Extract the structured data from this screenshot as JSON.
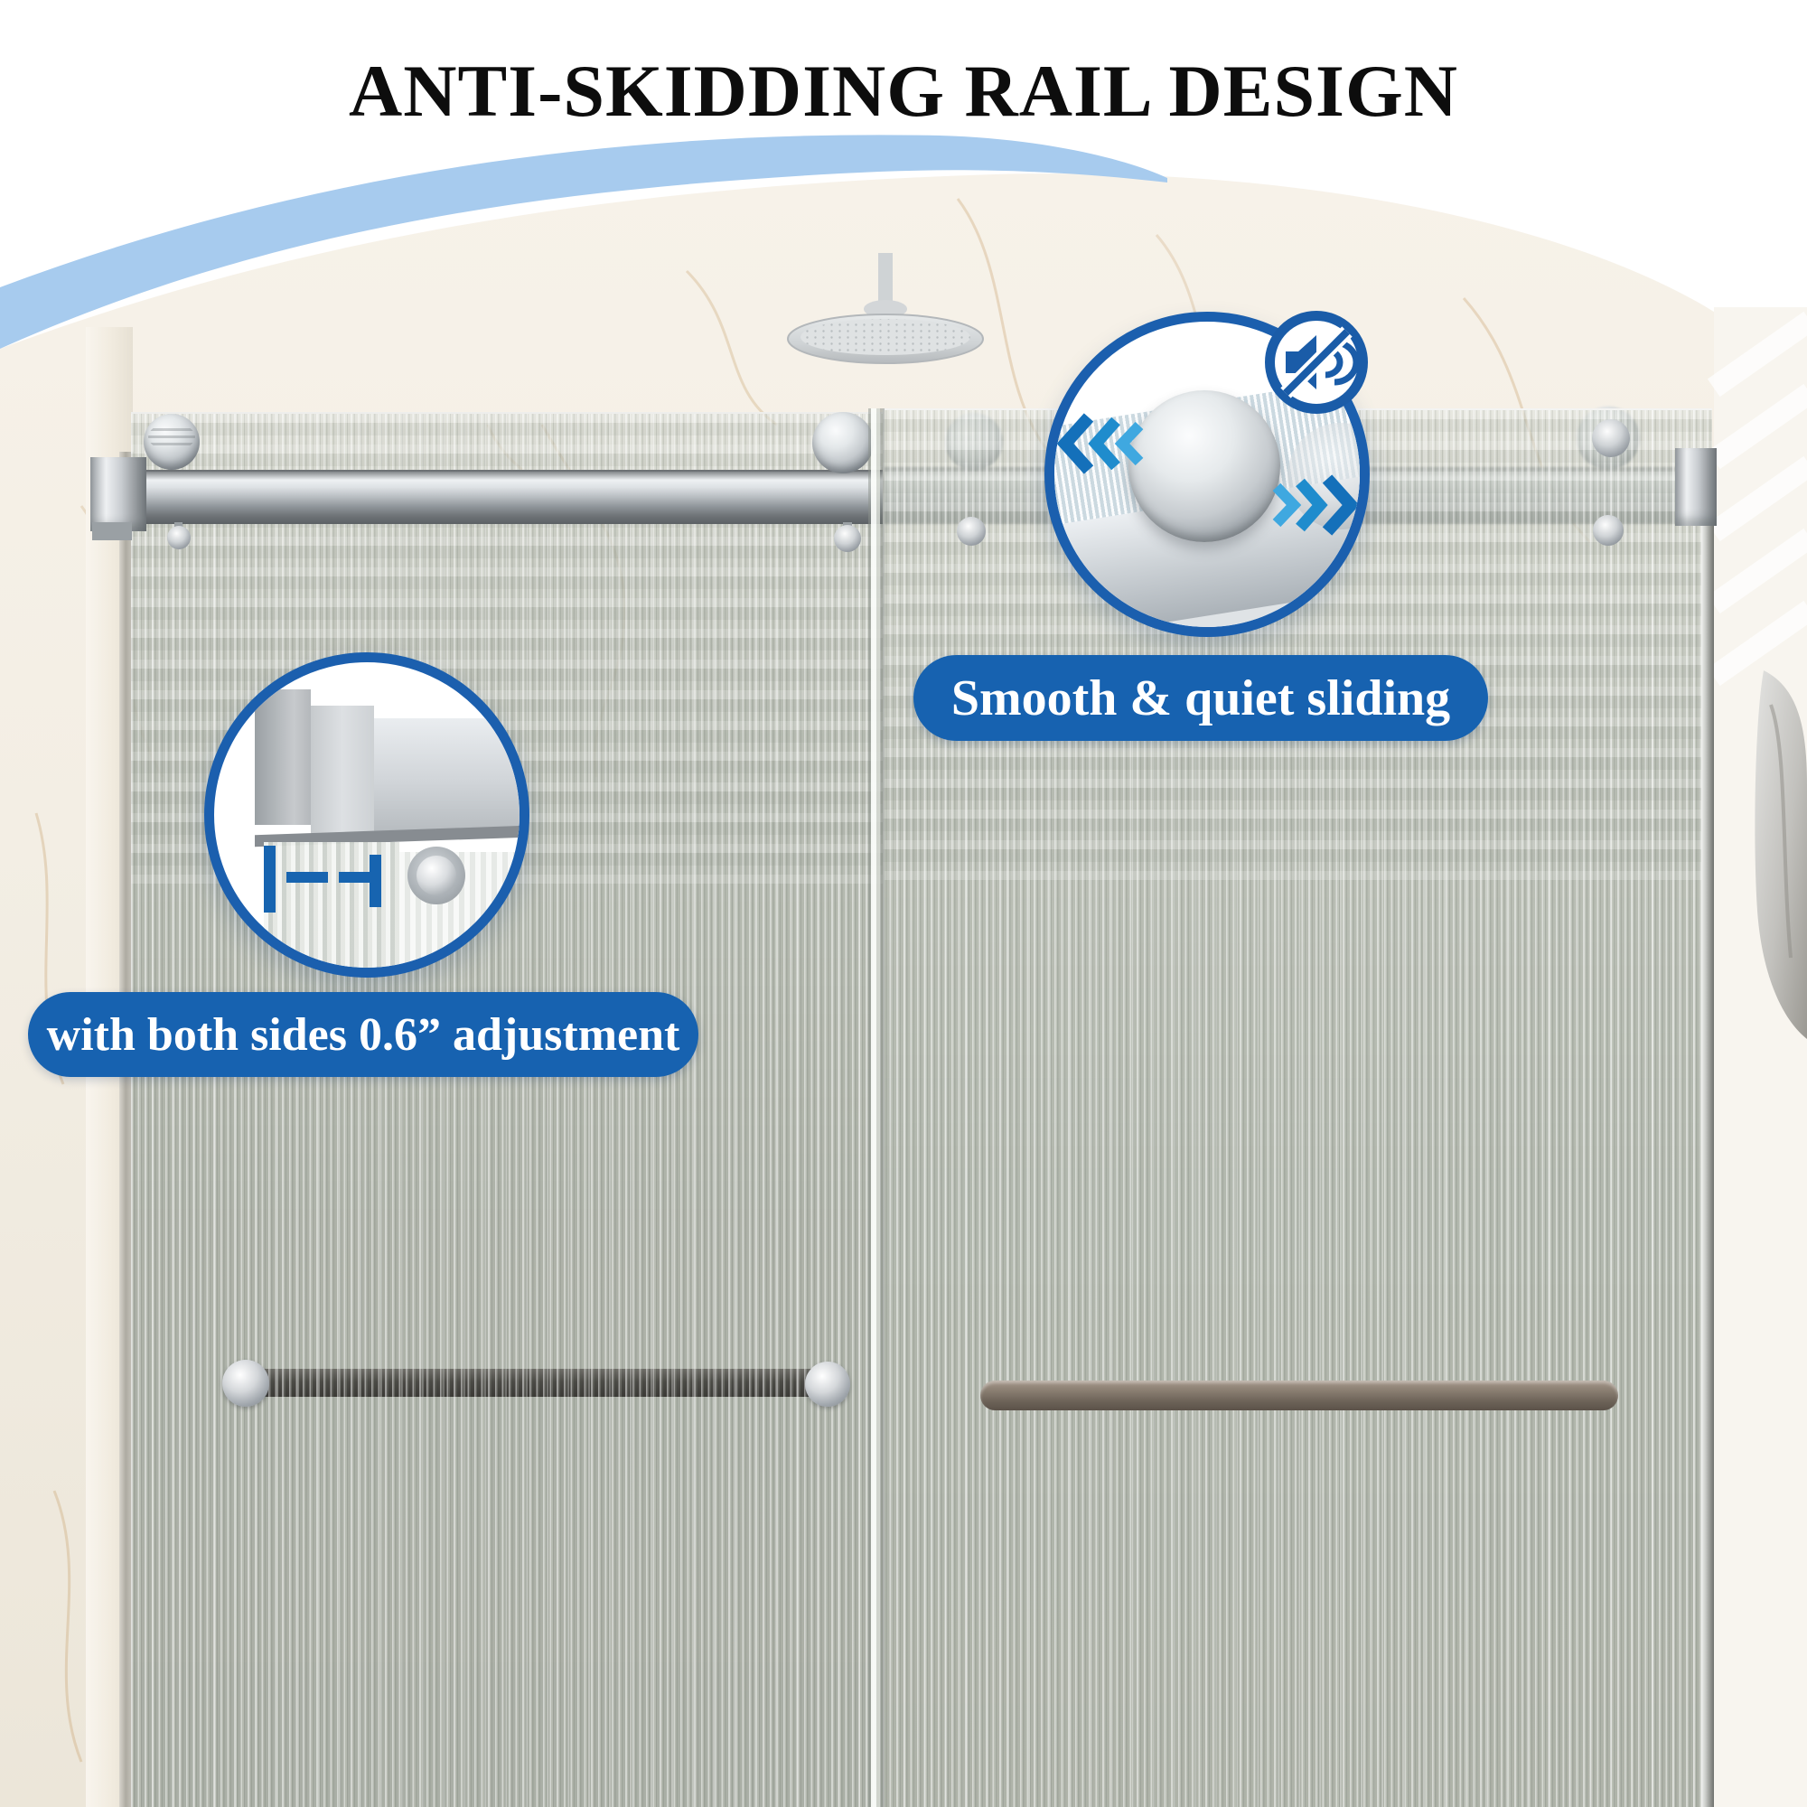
{
  "title": "ANTI-SKIDDING RAIL DESIGN",
  "annotations": {
    "sliding_label": "Smooth & quiet sliding",
    "adjustment_label": "with both sides 0.6” adjustment"
  },
  "icons": {
    "mute_icon": "speaker-muted",
    "chevrons_left_icon": "triple-chevron-left",
    "chevrons_right_icon": "triple-chevron-right",
    "adjustment_icon": "width-adjustment-gauge"
  },
  "colors": {
    "accent_blue": "#1762b0",
    "callout_border_blue": "#1b5fae",
    "arc_band_blue": "#a7cbee",
    "chevron_blue": "#2196d6",
    "marble_ivory": "#f4efe5",
    "glass_sage": "#a9aea4",
    "chrome_light": "#eef1f3"
  }
}
